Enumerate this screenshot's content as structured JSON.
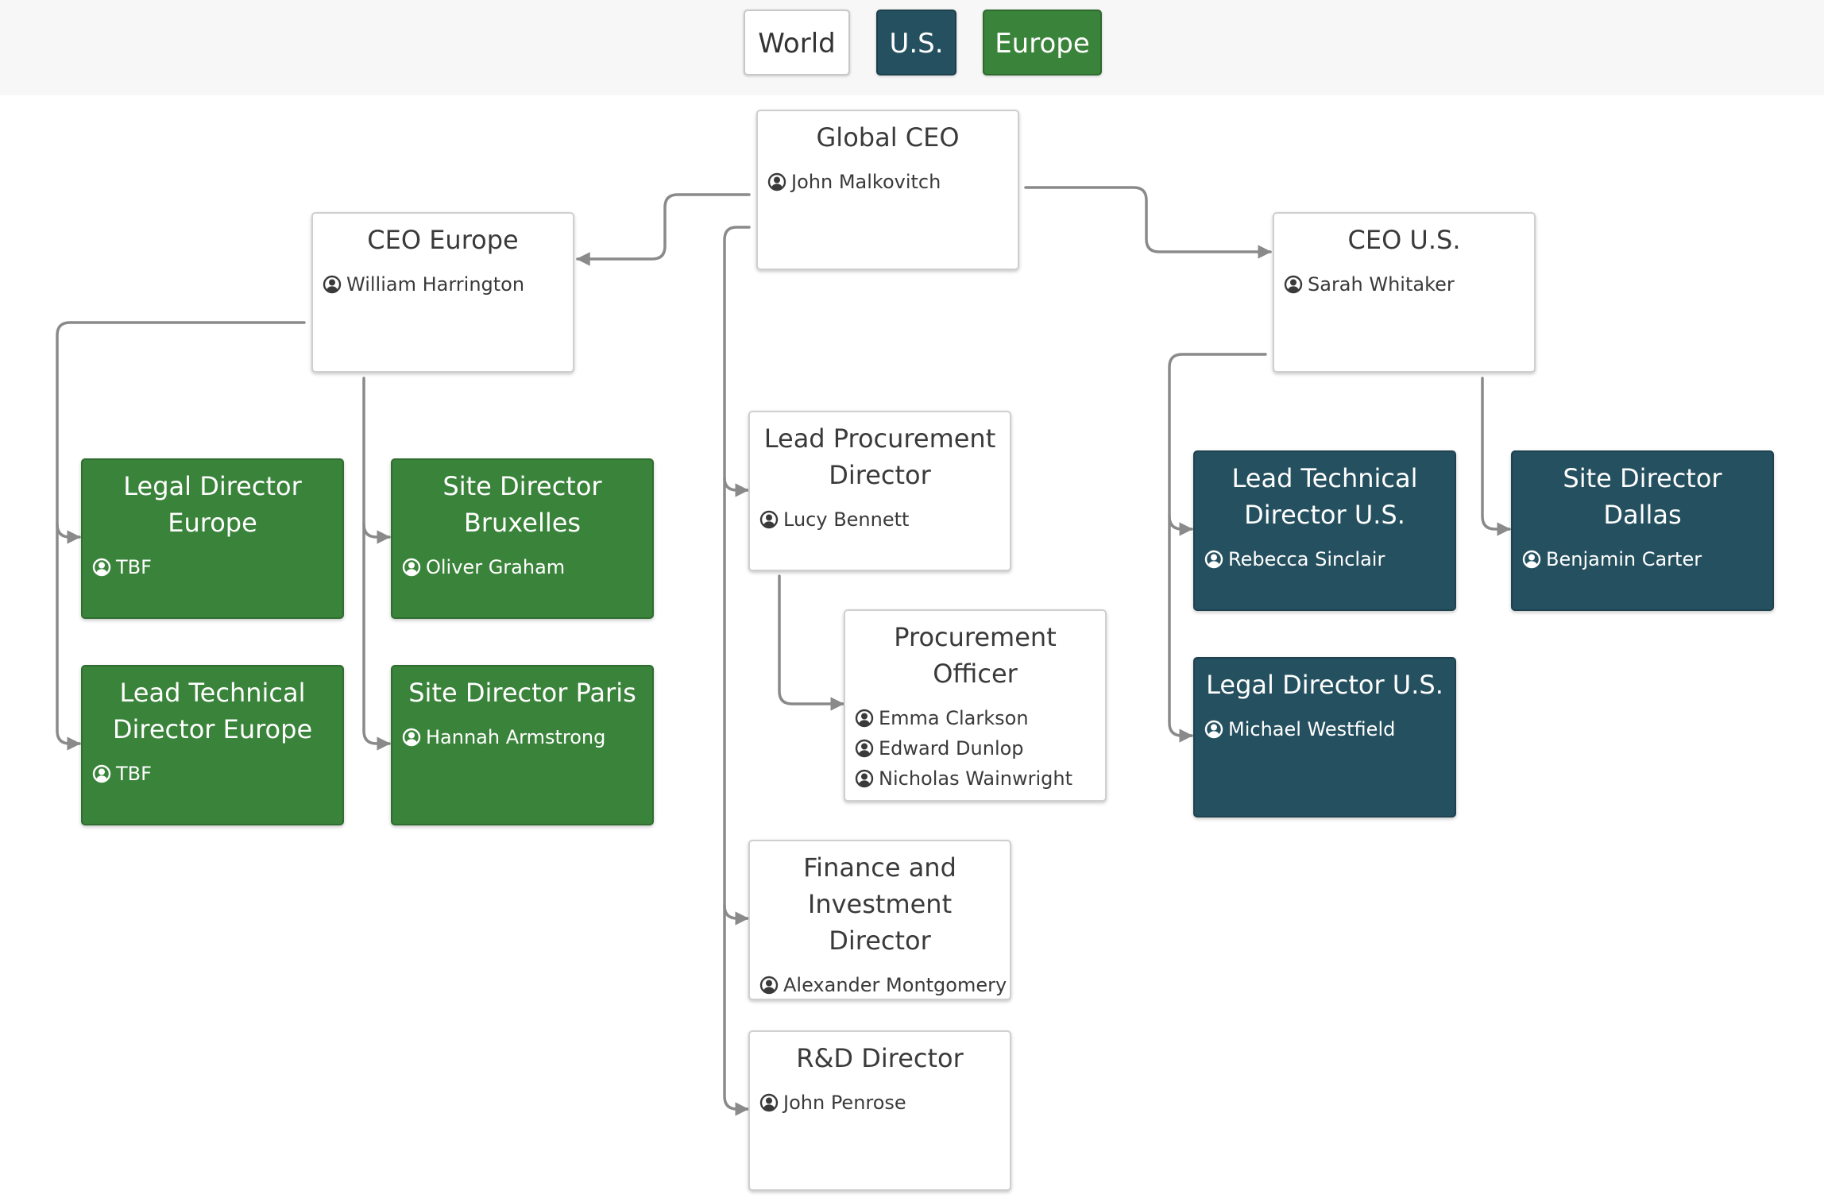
{
  "filters": {
    "world": "World",
    "us": "U.S.",
    "europe": "Europe"
  },
  "colors": {
    "europe": "#3a833a",
    "us": "#25505f",
    "global": "#ffffff",
    "connector": "#8a8a8a"
  },
  "nodes": {
    "global_ceo": {
      "title": "Global CEO",
      "people": [
        "John Malkovitch"
      ]
    },
    "ceo_europe": {
      "title": "CEO Europe",
      "people": [
        "William Harrington"
      ]
    },
    "ceo_us": {
      "title": "CEO U.S.",
      "people": [
        "Sarah Whitaker"
      ]
    },
    "legal_europe": {
      "title": "Legal Director Europe",
      "people": [
        "TBF"
      ]
    },
    "lead_tech_europe": {
      "title": "Lead Technical Director Europe",
      "people": [
        "TBF"
      ]
    },
    "site_bruxelles": {
      "title": "Site Director Bruxelles",
      "people": [
        "Oliver Graham"
      ]
    },
    "site_paris": {
      "title": "Site Director Paris",
      "people": [
        "Hannah Armstrong"
      ]
    },
    "lead_procurement": {
      "title": "Lead Procurement Director",
      "people": [
        "Lucy Bennett"
      ]
    },
    "procurement_officer": {
      "title": "Procurement Officer",
      "people": [
        "Emma Clarkson",
        "Edward Dunlop",
        "Nicholas Wainwright"
      ]
    },
    "finance": {
      "title": "Finance and Investment Director",
      "people": [
        "Alexander Montgomery"
      ]
    },
    "rnd": {
      "title": "R&D Director",
      "people": [
        "John Penrose"
      ]
    },
    "lead_tech_us": {
      "title": "Lead Technical Director U.S.",
      "people": [
        "Rebecca Sinclair"
      ]
    },
    "legal_us": {
      "title": "Legal Director U.S.",
      "people": [
        "Michael Westfield"
      ]
    },
    "site_dallas": {
      "title": "Site Director Dallas",
      "people": [
        "Benjamin Carter"
      ]
    }
  }
}
